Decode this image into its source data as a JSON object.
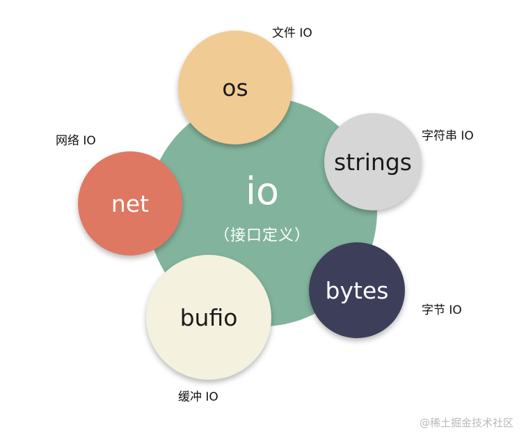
{
  "center": {
    "title": "io",
    "subtitle": "（接口定义）",
    "color": "#82b49d"
  },
  "nodes": {
    "os": {
      "label": "os",
      "caption": "文件 IO",
      "color": "#f0cc94",
      "text_color": "#1a1a1a"
    },
    "strings": {
      "label": "strings",
      "caption": "字符串 IO",
      "color": "#d6d6d6",
      "text_color": "#1a1a1a"
    },
    "net": {
      "label": "net",
      "caption": "网络 IO",
      "color": "#de7862",
      "text_color": "#ffffff"
    },
    "bytes": {
      "label": "bytes",
      "caption": "字节 IO",
      "color": "#3d3f5a",
      "text_color": "#ffffff"
    },
    "bufio": {
      "label": "bufio",
      "caption": "缓冲 IO",
      "color": "#f4f1df",
      "text_color": "#1a1a1a"
    }
  },
  "watermark": "@稀土掘金技术社区"
}
